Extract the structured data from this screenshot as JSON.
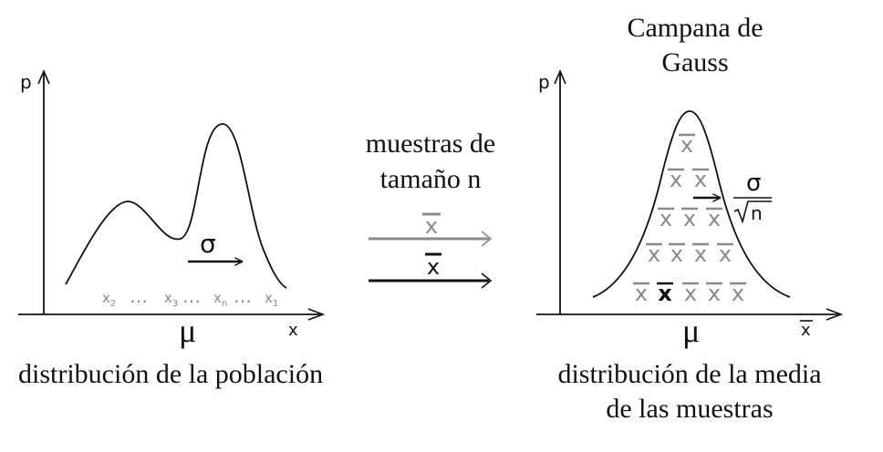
{
  "left_panel": {
    "y_axis_label": "p",
    "x_axis_label": "x",
    "mean_label": "μ",
    "sigma_label": "σ",
    "samples": {
      "x2": "x",
      "x2_sub": "2",
      "dots1": "…",
      "x3": "x",
      "x3_sub": "3",
      "dots2": "…",
      "xn": "x",
      "xn_sub": "n",
      "dots3": "…",
      "x1": "x",
      "x1_sub": "1"
    },
    "caption": "distribución de la población"
  },
  "middle": {
    "label_line1": "muestras de",
    "label_line2": "tamaño n",
    "gray_arrow_label": "x",
    "black_arrow_label": "x"
  },
  "right_panel": {
    "title_line1": "Campana de",
    "title_line2": "Gauss",
    "y_axis_label": "p",
    "x_axis_label": "x",
    "mean_label": "μ",
    "se_numerator": "σ",
    "se_denominator": "n",
    "xbar_symbol": "x",
    "caption_line1": "distribución de la media",
    "caption_line2": "de las muestras"
  },
  "colors": {
    "black": "#111111",
    "gray": "#8a8a8a"
  }
}
